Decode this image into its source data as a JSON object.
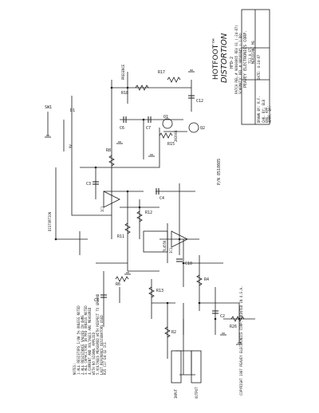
{
  "title": {
    "line1": "HOTFOOT™",
    "line2": "DISTORTION",
    "model": "HFD-2",
    "patch_rev": "PATCH REL.# 98600865  REV 01 (-24-87)",
    "schematic_rev": "SCHEMATIC REL.# 98600845  (-1-88)"
  },
  "title_block": {
    "company": "PEAVEY ELECTRONICS CORP.",
    "address": "711 A ST.",
    "city": "MERIDIAN, MS",
    "drawn_by": "DRAWN BY: R.F.",
    "drawn_date": "DATE: 4-24-87",
    "checked_by": "CHK. BY: ELB",
    "eng_approval": "ENG. APP.",
    "app_by": "APPR. BY:"
  },
  "part_number": "P/N 8518085",
  "copyright": "COPYRIGHT 1987 PEAVEY ELECTRONICS CORP.   PRINTED IN U.S.A.",
  "notes": [
    "NOTES:",
    "1.ALL RESISTORS 1/4W 5% UNLESS NOTED",
    "2.ALL RESISTANCE VALUES IN OHMS",
    "3.ALL CAPACITORS IN MFD UNLESS NOTED",
    "4.CURRENT AND VOLTAGES ARE MEASURED",
    "  WITH NO SIGNAL APPLIED",
    "5.VOLTAGES MEASURED WITH RESPECT TO GROUND",
    "  LAST REFERENCE DESIGNATORS USED",
    "  R35 C17 D4 Q2 IC1"
  ],
  "labels": {
    "presence": "PRESENCE",
    "distortion": "DISTORTION",
    "input": "IN",
    "output": "OUT",
    "ic1a": "IC1",
    "ic1b": "IC1",
    "ic_part": "TL4558",
    "jack1": "INPUT",
    "jack2": "OUTPUT",
    "supply": "9V",
    "q1": "Q1",
    "q2": "Q2",
    "q_part": "2N3904"
  }
}
